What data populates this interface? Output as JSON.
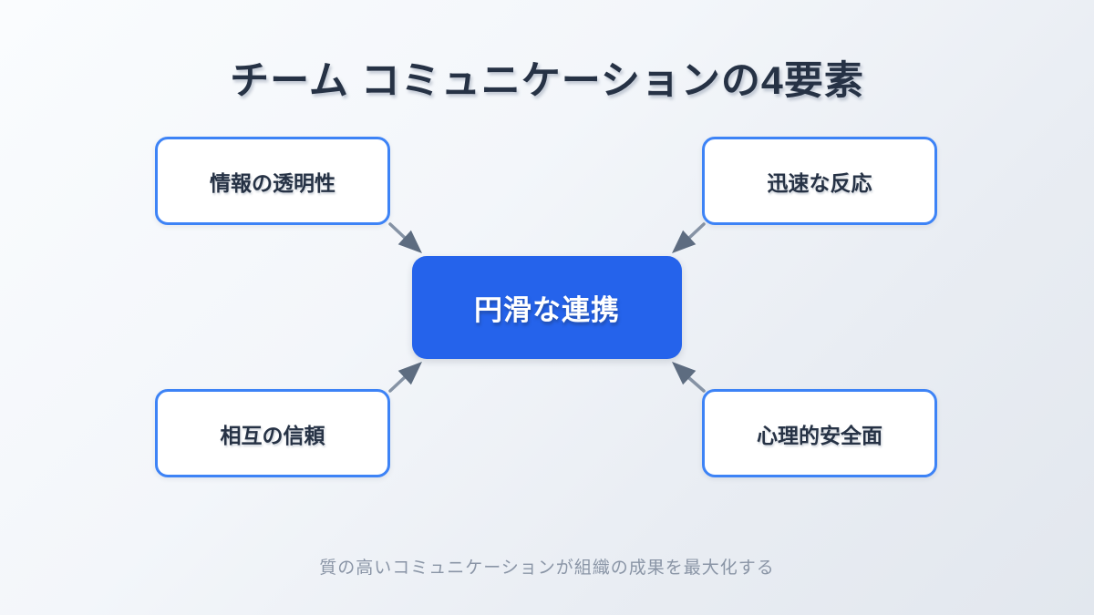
{
  "title": "チーム コミュニケーションの4要素",
  "center": {
    "label": "円滑な連携"
  },
  "nodes": [
    {
      "id": "top-left",
      "label": "情報の透明性"
    },
    {
      "id": "top-right",
      "label": "迅速な反応"
    },
    {
      "id": "bottom-left",
      "label": "相互の信頼"
    },
    {
      "id": "bottom-right",
      "label": "心理的安全面"
    }
  ],
  "footer": "質の高いコミュニケーションが組織の成果を最大化する",
  "colors": {
    "center_fill": "#2563eb",
    "node_border": "#3d83f6",
    "node_fill": "#ffffff",
    "arrow": "#5d6c80",
    "title_text": "#263245",
    "footer_text": "#8a95a6"
  }
}
